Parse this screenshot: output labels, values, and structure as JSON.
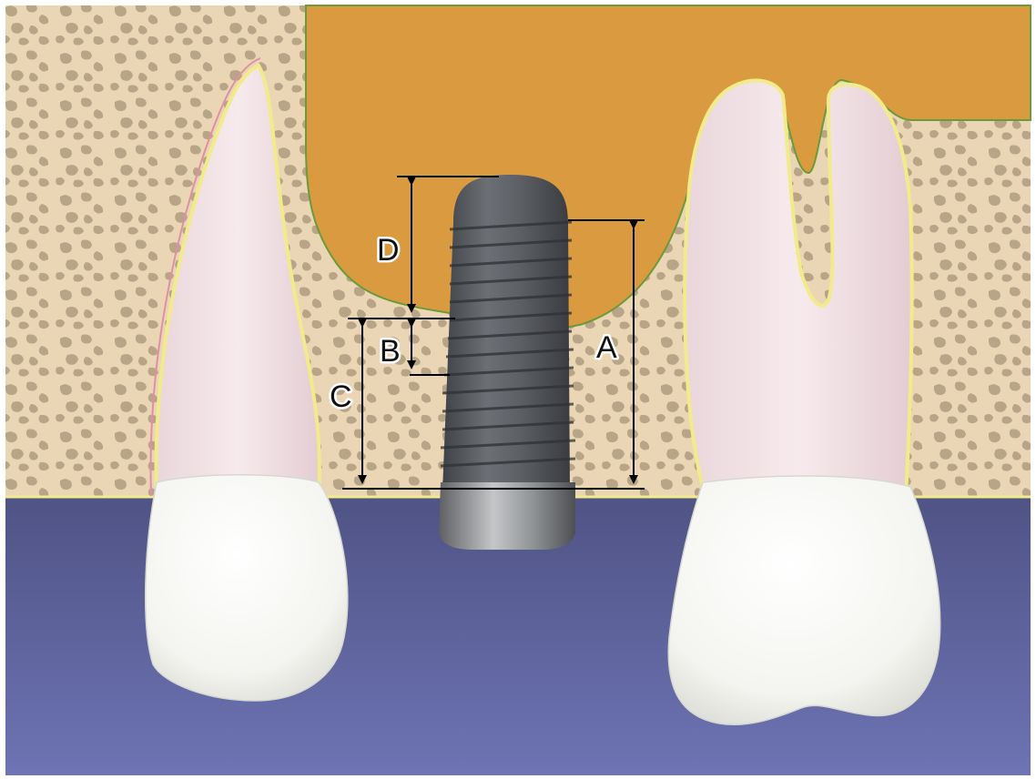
{
  "labels": {
    "a": "A",
    "b": "B",
    "c": "C",
    "d": "D"
  },
  "colors": {
    "sinus": "#DA9A3F",
    "sinus_outline": "#6B9A3A",
    "bone": "#EAD6B4",
    "bone_pore": "#B8A486",
    "bone_outline_yellow": "#F2EB8C",
    "bone_outline_pink": "#E08FA8",
    "gum_background": "#5E6398",
    "root": "#F4E2E6",
    "crown": "#FAFAF8",
    "implant": "#5B5E63",
    "implant_collar": "#9A9DA0",
    "dimension_line": "#000000"
  }
}
